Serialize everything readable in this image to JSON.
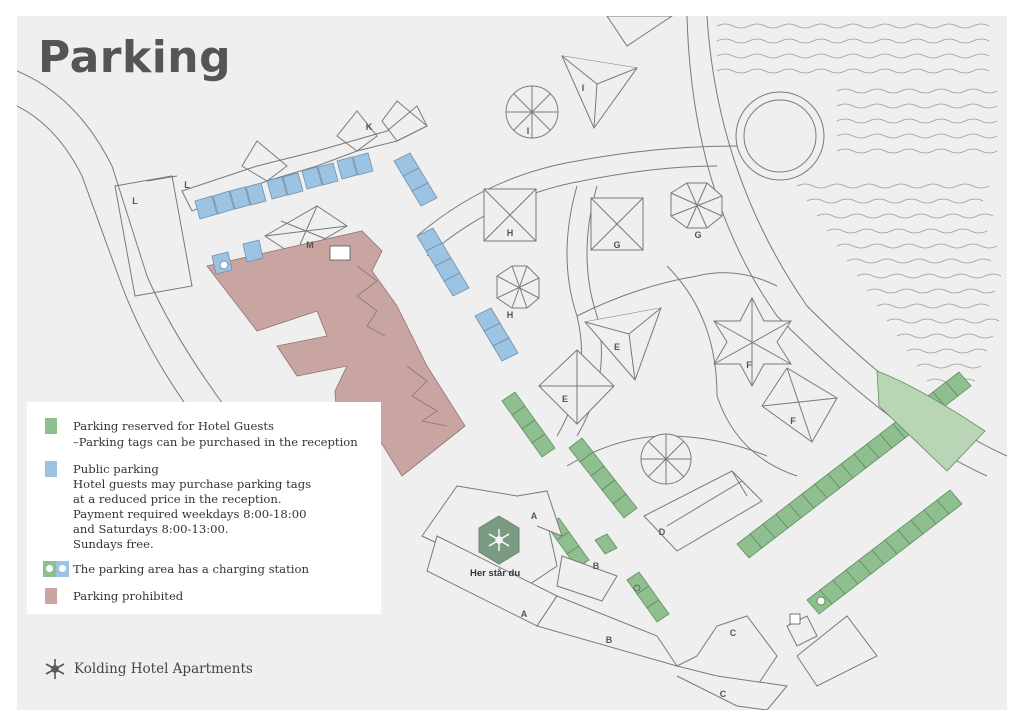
{
  "title": "Parking",
  "legend": {
    "items": [
      {
        "color": "#8fbf8f",
        "lines": [
          "Parking reserved for Hotel Guests",
          "–Parking tags can be purchased in the reception"
        ]
      },
      {
        "color": "#9dc3e3",
        "lines": [
          "Public parking",
          "Hotel guests may purchase parking tags",
          "at a reduced price in the reception.",
          "Payment required weekdays 8:00-18:00",
          "and Saturdays 8:00-13:00.",
          "Sundays free."
        ]
      },
      {
        "color": "charging",
        "lines": [
          "The parking area has a charging station"
        ]
      },
      {
        "color": "#c9a5a2",
        "lines": [
          "Parking prohibited"
        ]
      }
    ]
  },
  "brand": {
    "name": "Kolding Hotel Apartments",
    "icon": "snowflake-icon"
  },
  "you_are_here": {
    "label": "Her står du",
    "icon": "snowflake-icon"
  },
  "building_labels": [
    "L",
    "L",
    "K",
    "M",
    "I",
    "I",
    "H",
    "H",
    "G",
    "G",
    "E",
    "E",
    "F",
    "F",
    "D",
    "A",
    "A",
    "B",
    "B",
    "C",
    "C"
  ],
  "colors": {
    "guest_parking": "#8fbf8f",
    "public_parking": "#9dc3e3",
    "prohibited": "#c9a5a2",
    "background": "#efefef",
    "outline": "#7a7a7a"
  }
}
